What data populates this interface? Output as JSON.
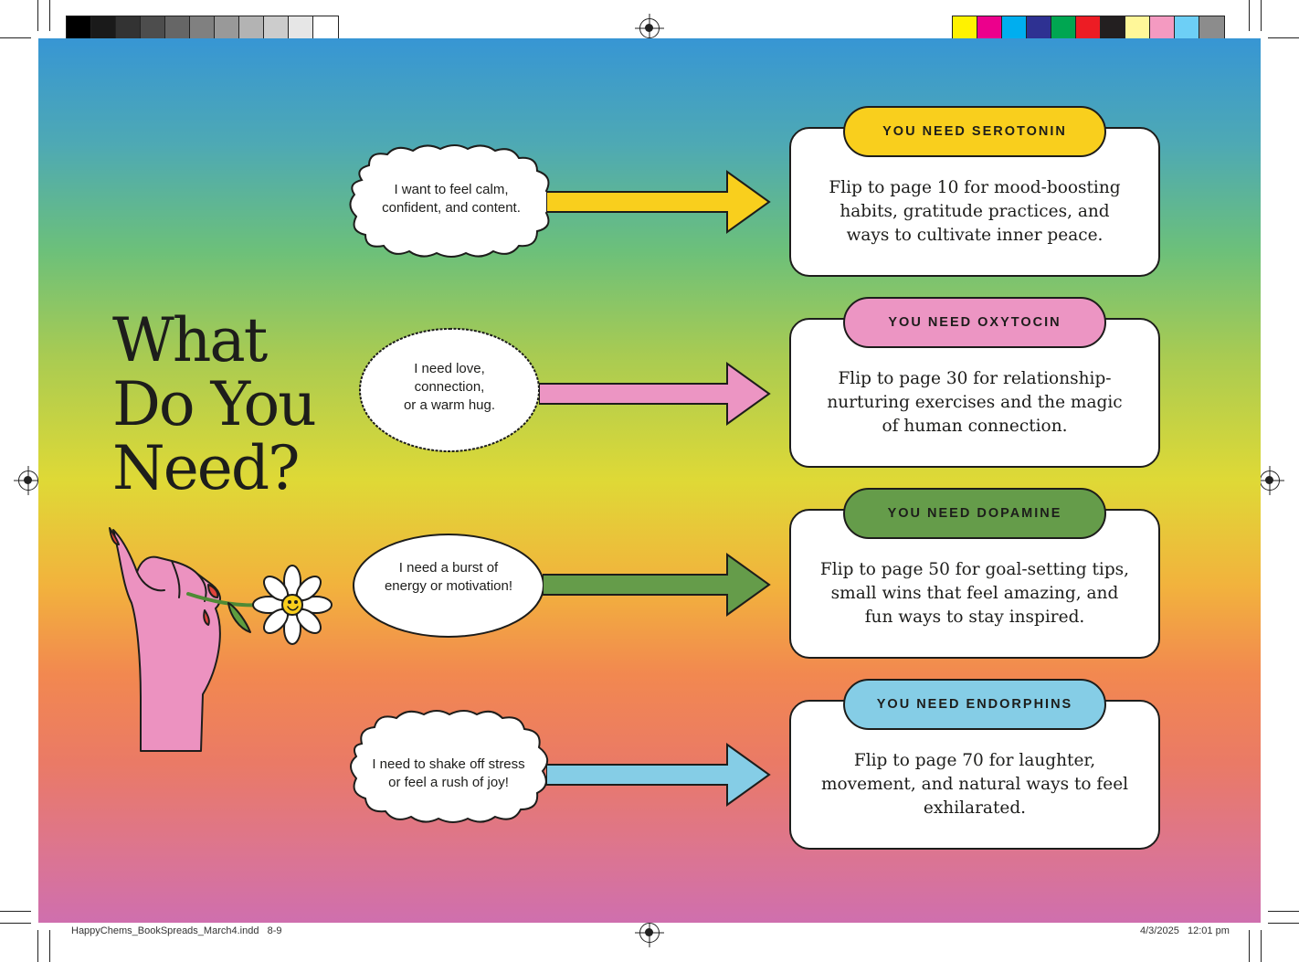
{
  "heading": {
    "line1": "What",
    "line2": "Do You",
    "line3": "Need?"
  },
  "rows": [
    {
      "bubble": "I want to feel calm,\nconfident, and content.",
      "label": "YOU NEED SEROTONIN",
      "text": "Flip to page 10 for mood-boosting habits, gratitude practices, and ways to cultivate inner peace.",
      "color": "#f9cf1d"
    },
    {
      "bubble": "I need love,\nconnection,\nor a warm hug.",
      "label": "YOU NEED OXYTOCIN",
      "text": "Flip to page 30 for relationship-nurturing exercises and the magic of human connection.",
      "color": "#ec95c3"
    },
    {
      "bubble": "I need a burst of\nenergy or motivation!",
      "label": "YOU NEED DOPAMINE",
      "text": "Flip to page 50 for goal-setting tips, small wins that feel amazing, and fun ways to stay inspired.",
      "color": "#659c4a"
    },
    {
      "bubble": "I need to shake off stress\nor feel a rush of joy!",
      "label": "YOU NEED ENDORPHINS",
      "text": "Flip to page 70 for laughter, movement, and natural ways to feel exhilarated.",
      "color": "#85cde6"
    }
  ],
  "slug": {
    "file": "HappyChems_BookSpreads_March4.indd   8-9",
    "date": "4/3/2025   12:01 pm"
  },
  "colors": {
    "hand": "#ec92c0",
    "nail": "#e0443c",
    "ink": "#1d1d1b"
  },
  "illustration": {
    "icon": "hand-holding-daisy-icon"
  }
}
